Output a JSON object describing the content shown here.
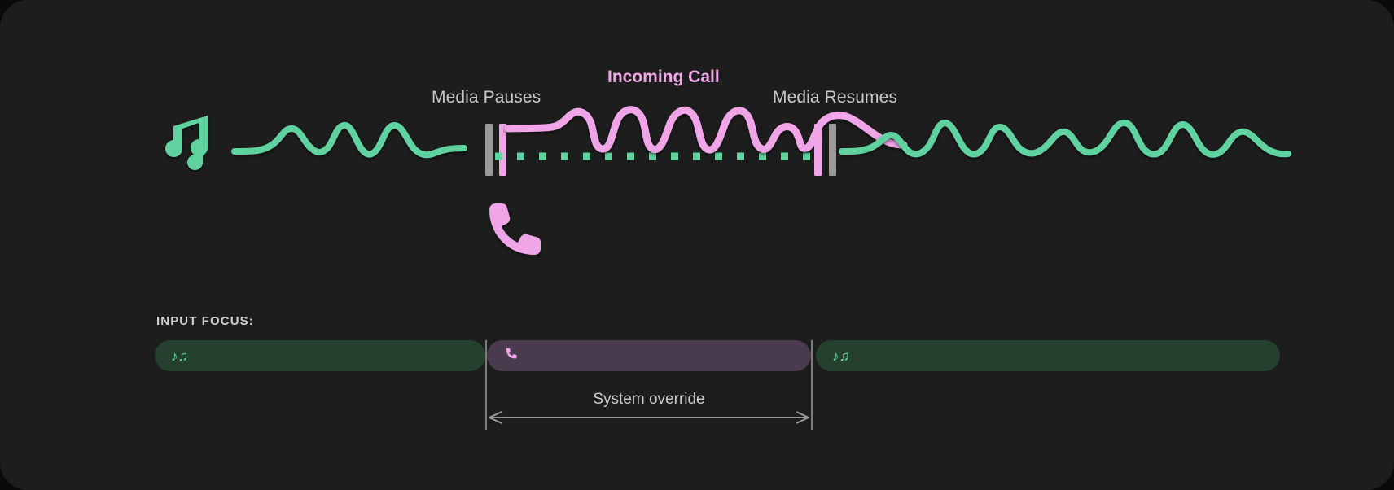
{
  "card": {
    "background": "#1d1d1d",
    "page_background": "#0a0a0a"
  },
  "colors": {
    "media_green": "#5fd2a0",
    "call_pink": "#f0a8e8",
    "divider_gray": "#9a9a9a",
    "label_gray": "#c9c9c9",
    "focus_media_bg": "#26402f",
    "focus_call_bg": "#4a3a4d"
  },
  "timeline": {
    "labels": {
      "media_pauses": "Media Pauses",
      "incoming_call": "Incoming Call",
      "media_resumes": "Media Resumes"
    },
    "icons": {
      "music": "music-notes-icon",
      "phone": "phone-icon"
    },
    "segments": [
      {
        "name": "media-playing-before",
        "type": "media",
        "state": "playing"
      },
      {
        "name": "media-paused",
        "type": "media",
        "state": "paused"
      },
      {
        "name": "call-active",
        "type": "call",
        "state": "active"
      },
      {
        "name": "media-playing-after",
        "type": "media",
        "state": "playing"
      }
    ]
  },
  "focus": {
    "heading": "INPUT FOCUS:",
    "bars": [
      {
        "name": "media-1",
        "glyph": "♪♫",
        "owner": "media"
      },
      {
        "name": "call",
        "glyph": "📞",
        "owner": "call"
      },
      {
        "name": "media-2",
        "glyph": "♪♫",
        "owner": "media"
      }
    ],
    "override_caption": "System override"
  }
}
